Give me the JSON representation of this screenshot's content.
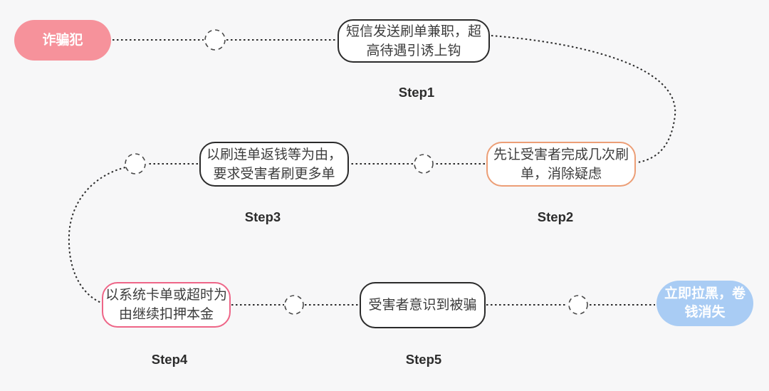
{
  "diagram": {
    "background_color": "#f7f7f8",
    "connector_color": "#2b2b2b",
    "nodes": {
      "start": {
        "lines": [
          "诈骗犯"
        ],
        "fill": "#f6929b",
        "text_color": "#ffffff"
      },
      "step1": {
        "lines": [
          "短信发送刷单兼职，超",
          "高待遇引诱上钩"
        ],
        "border_color": "#2b2b2b"
      },
      "step2": {
        "lines": [
          "先让受害者完成几次刷",
          "单，消除疑虑"
        ],
        "border_color": "#ec9e76"
      },
      "step3": {
        "lines": [
          "以刷连单返钱等为由，",
          "要求受害者刷更多单"
        ],
        "border_color": "#2b2b2b"
      },
      "step4": {
        "lines": [
          "以系统卡单或超时为",
          "由继续扣押本金"
        ],
        "border_color": "#ee6587"
      },
      "step5": {
        "lines": [
          "受害者意识到被骗"
        ],
        "border_color": "#2b2b2b"
      },
      "end": {
        "lines": [
          "立即拉黑，卷",
          "钱消失"
        ],
        "fill": "#a9ccf4",
        "text_color": "#ffffff"
      }
    },
    "labels": {
      "step1": "Step1",
      "step2": "Step2",
      "step3": "Step3",
      "step4": "Step4",
      "step5": "Step5"
    }
  }
}
